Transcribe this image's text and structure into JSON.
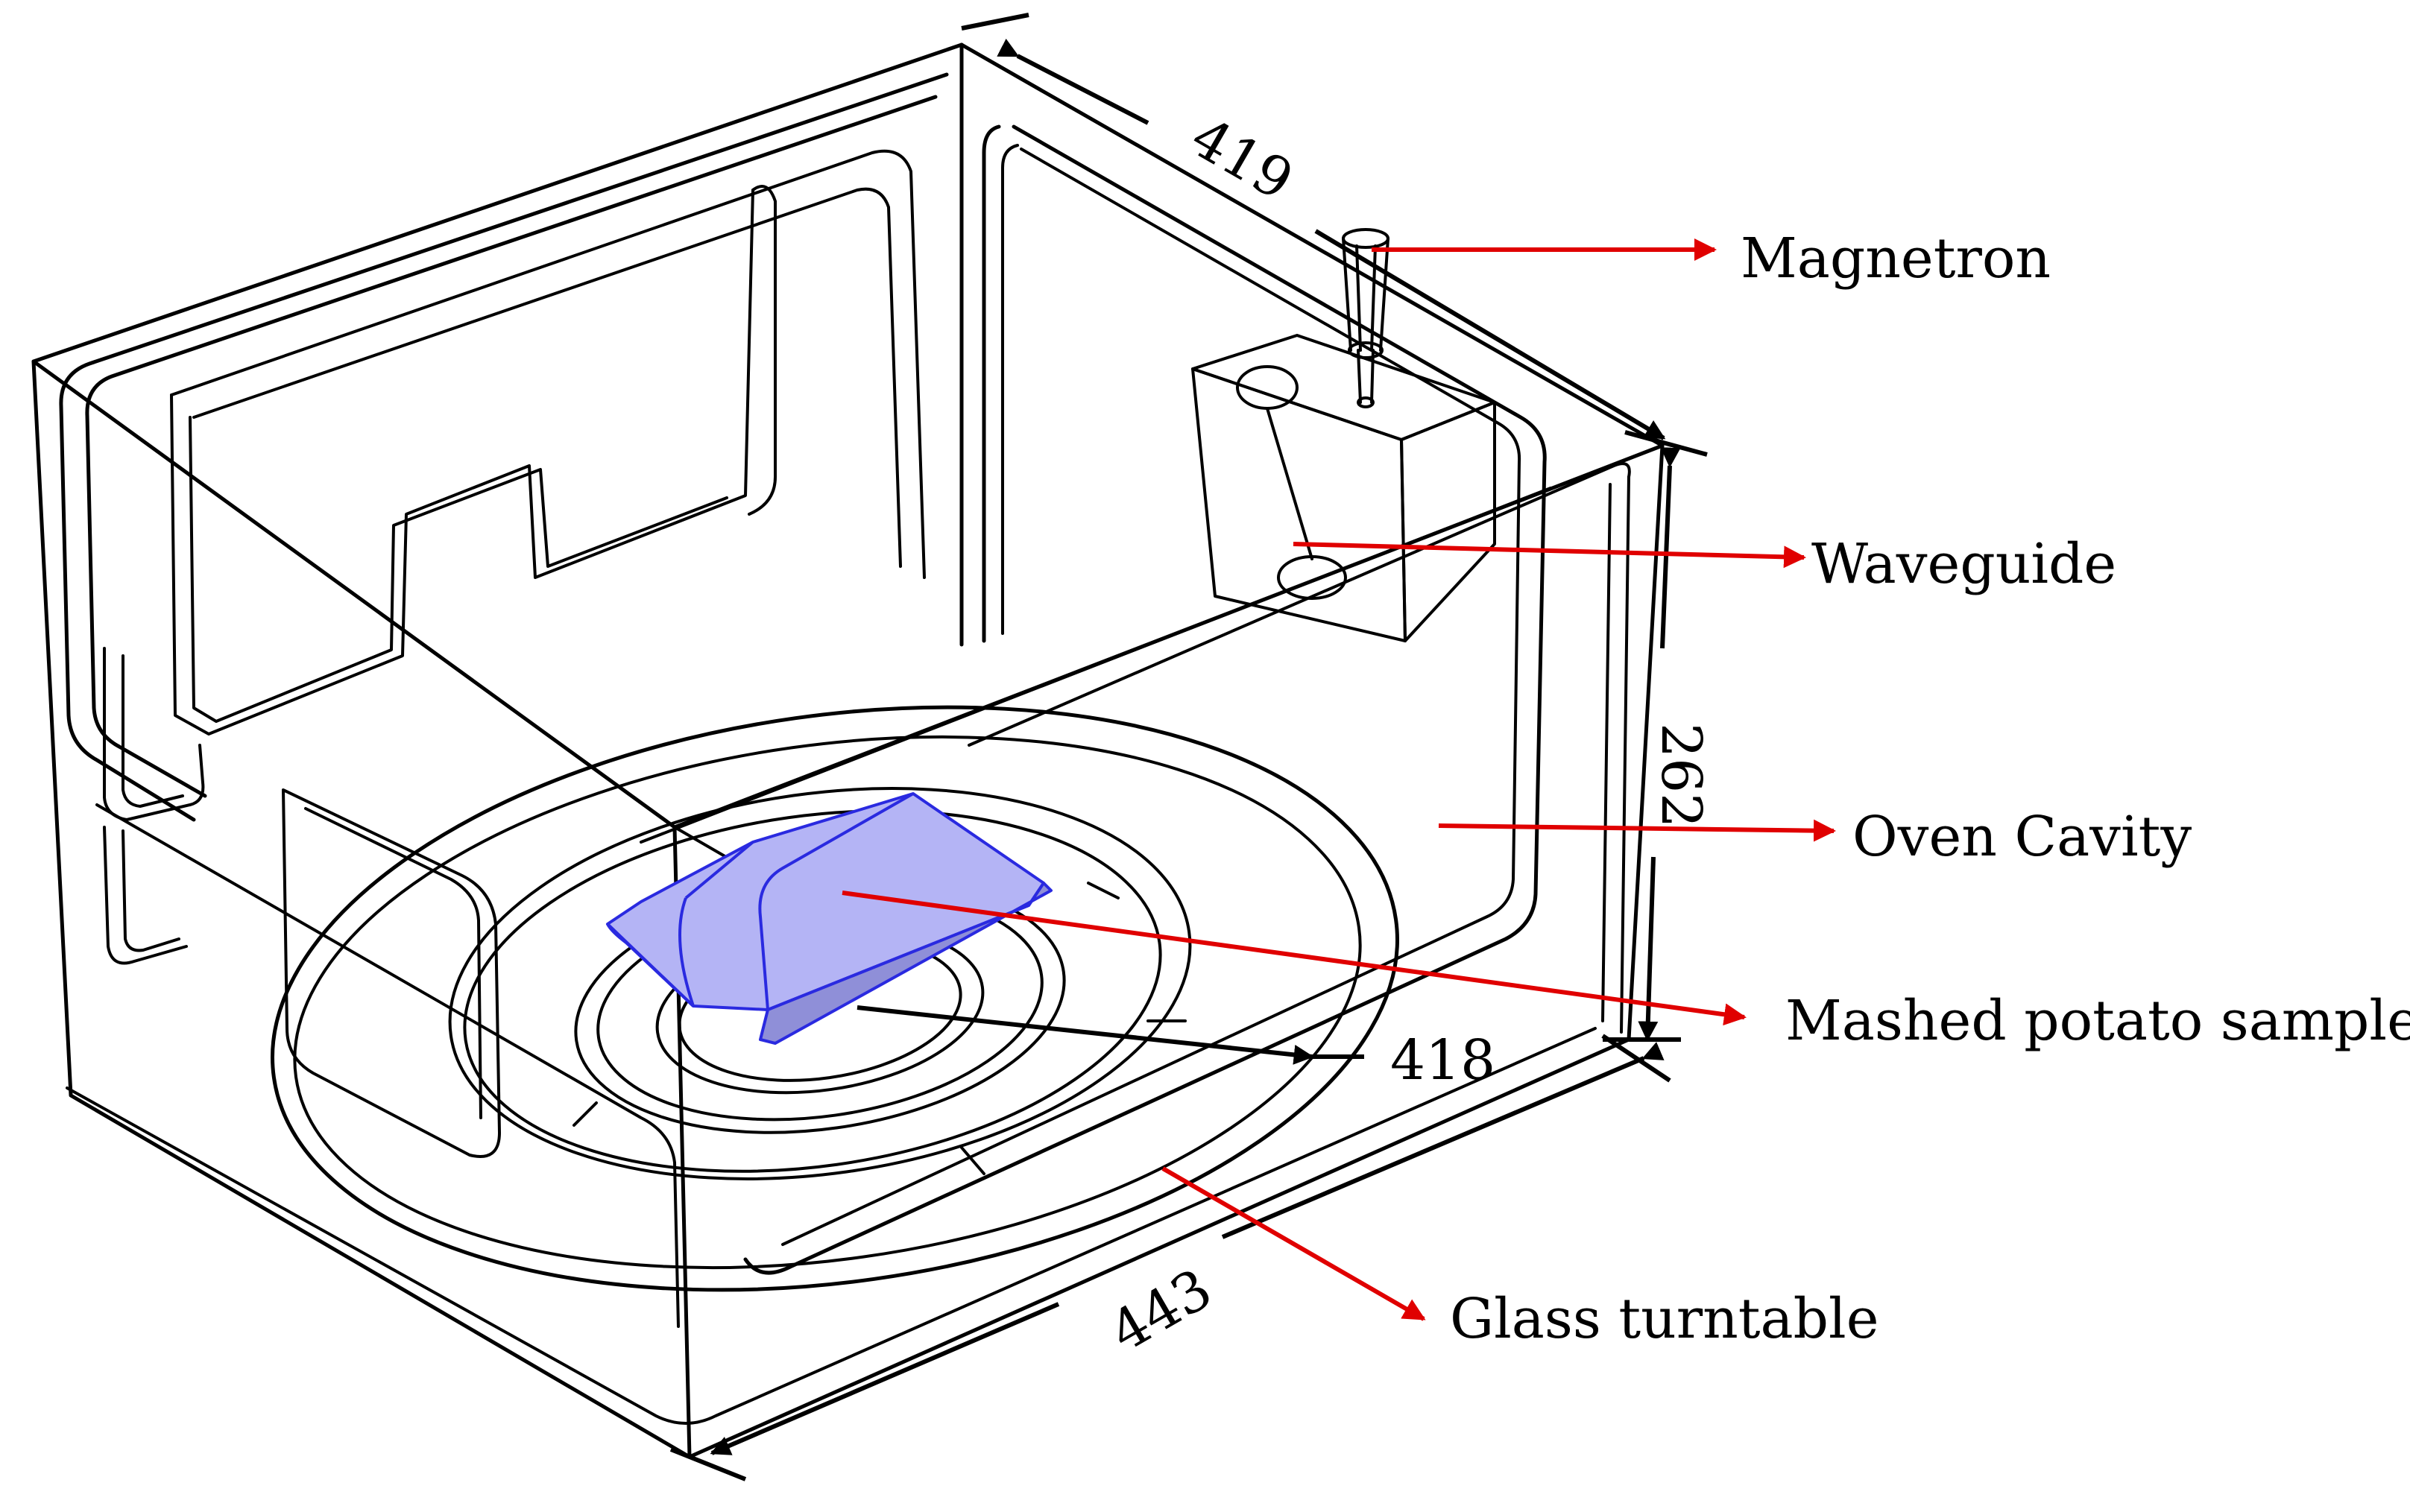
{
  "labels": {
    "magnetron": "Magnetron",
    "waveguide": "Waveguide",
    "oven_cavity": "Oven Cavity",
    "mashed_potato": "Mashed potato sample",
    "glass_turntable": "Glass turntable"
  },
  "dimensions": {
    "depth": "419",
    "height": "262",
    "width": "443",
    "turntable": "418"
  },
  "colors": {
    "leader": "#e00000",
    "sample_fill": "#b4b4f5",
    "sample_stroke": "#2a2ae0",
    "line": "#000000"
  }
}
